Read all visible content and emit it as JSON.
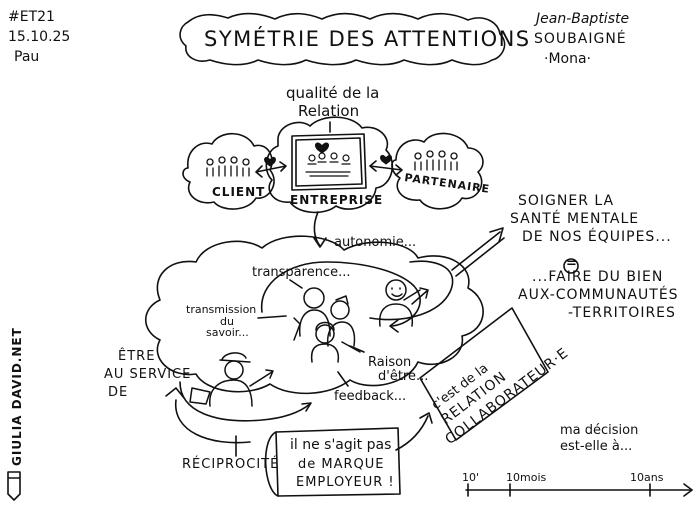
{
  "header": {
    "event_tag": "#ET21",
    "date": "15.10.25",
    "city": "Pau",
    "title": "SYMÉTRIE DES ATTENTIONS",
    "speaker_first": "Jean-Baptiste",
    "speaker_last": "SOUBAIGNÉ",
    "company": "·Mona·"
  },
  "top_diagram": {
    "heading_line1": "qualité de la",
    "heading_line2": "Relation",
    "client": "CLIENT",
    "entreprise": "ENTREPRISE",
    "partenaire": "PARTENAIRE"
  },
  "cloud": {
    "autonomie": "autonomie...",
    "transparence": "transparence...",
    "transmission_1": "transmission",
    "transmission_2": "du",
    "transmission_3": "savoir...",
    "raison_1": "Raison",
    "raison_2": "d'être...",
    "feedback": "feedback..."
  },
  "left": {
    "etre_1": "ÊTRE",
    "etre_2": "AU SERVICE",
    "etre_3": "DE",
    "reciprocite": "RÉCIPROCITÉ",
    "credit": "GIULIA DAVID.NET"
  },
  "right": {
    "soigner_1": "SOIGNER LA",
    "soigner_2": "SANTÉ MENTALE",
    "soigner_3": "DE NOS ÉQUIPES...",
    "equals": "=",
    "faire_1": "...FAIRE DU BIEN",
    "faire_2": "AUX-COMMUNAUTÉS",
    "faire_3": "-TERRITOIRES"
  },
  "box_relation": {
    "line1": "c'est de la",
    "line2": "RELATION",
    "line3": "COLLABORATEUR·E"
  },
  "box_marque": {
    "line1": "il ne s'agit pas",
    "line2": "de MARQUE",
    "line3": "EMPLOYEUR !"
  },
  "decision": {
    "line1": "ma décision",
    "line2": "est-elle à..."
  },
  "timeline": {
    "t1": "10'",
    "t2": "10mois",
    "t3": "10ans"
  }
}
